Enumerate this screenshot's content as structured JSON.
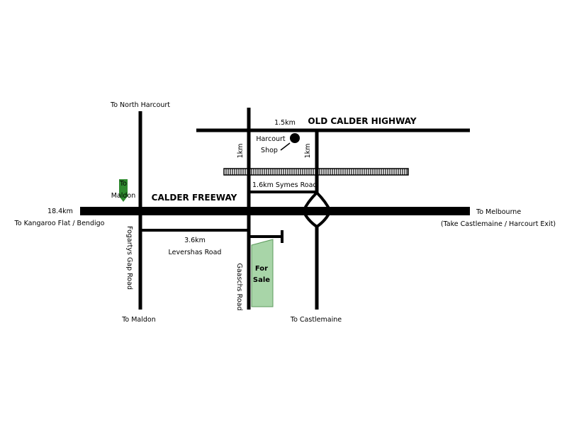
{
  "colors": {
    "road": "#000000",
    "background": "#ffffff",
    "for_sale_fill": "#a8d5a8",
    "for_sale_stroke": "#5c9a5c",
    "maldon_arrow": "#2f8a2f",
    "rail_fill": "#8a8a8a"
  },
  "roads": {
    "old_calder_highway": "OLD CALDER HIGHWAY",
    "calder_freeway": "CALDER FREEWAY",
    "symes_road": "1.6km Symes Road",
    "levershas_distance": "3.6km",
    "levershas_road": "Levershas Road",
    "fogartys_gap_road": "Fogartys Gap Road",
    "gaaschs_road": "Gaaschs Road"
  },
  "distances": {
    "old_highway_distance": "1.5km",
    "vertical_left": "1km",
    "vertical_right": "1km",
    "freeway_left": "18.4km"
  },
  "destinations": {
    "north_harcourt": "To North Harcourt",
    "maldon_bottom": "To Maldon",
    "maldon_arrow_line1": "To",
    "maldon_arrow_line2": "Maldon",
    "kangaroo_flat": "To Kangaroo Flat / Bendigo",
    "melbourne": "To Melbourne",
    "melbourne_note": "(Take Castlemaine / Harcourt Exit)",
    "castlemaine": "To Castlemaine"
  },
  "landmarks": {
    "harcourt_line1": "Harcourt",
    "harcourt_line2": "Shop",
    "for_sale_line1": "For",
    "for_sale_line2": "Sale"
  }
}
